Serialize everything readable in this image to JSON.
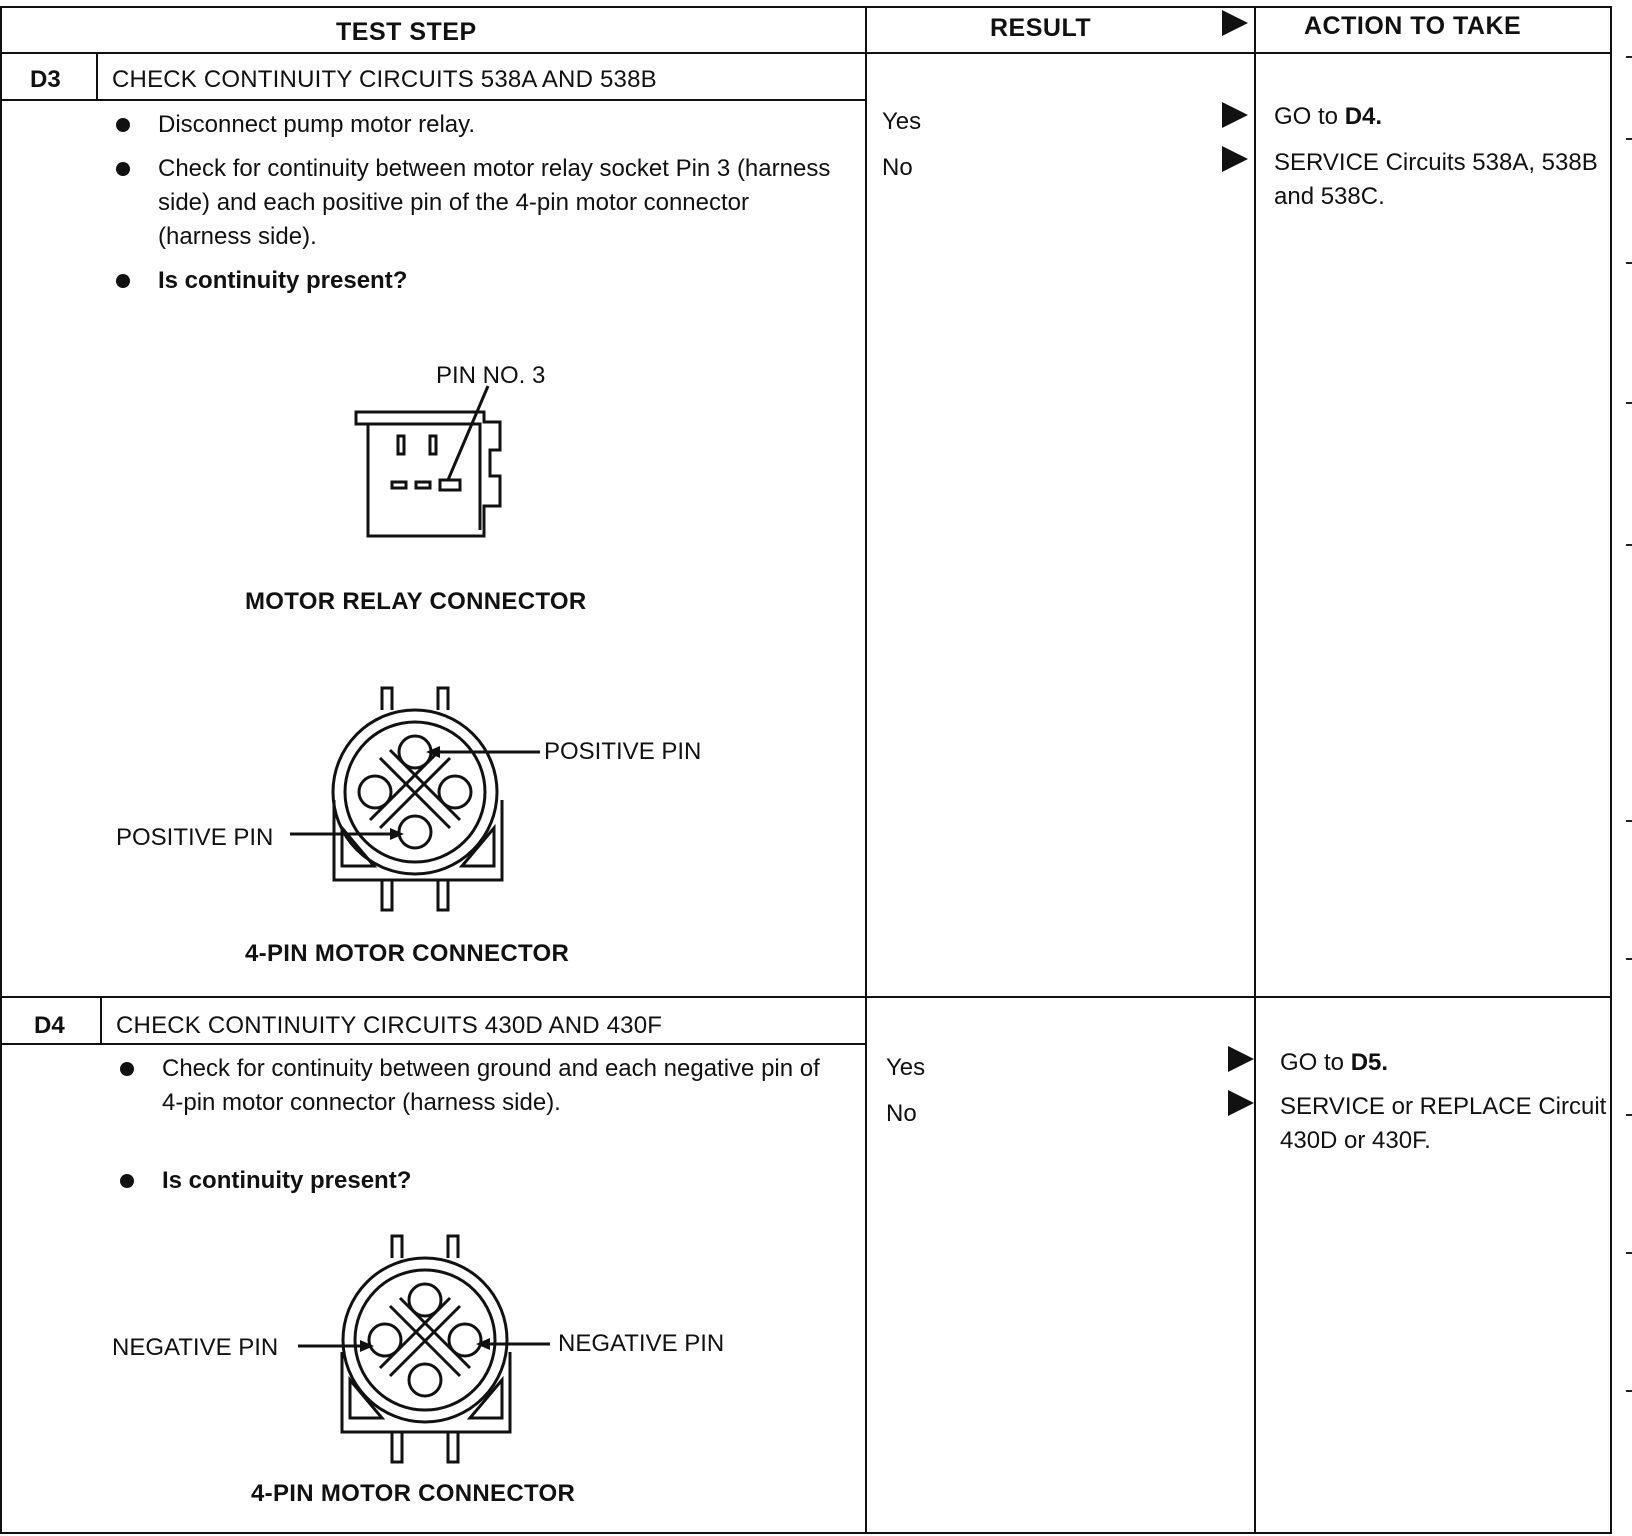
{
  "headers": {
    "test_step": "TEST STEP",
    "result": "RESULT",
    "action": "ACTION TO TAKE"
  },
  "steps": [
    {
      "id": "D3",
      "title": "CHECK CONTINUITY CIRCUITS 538A AND 538B",
      "bullets": [
        "Disconnect pump motor relay.",
        "Check for continuity between motor relay socket Pin 3 (harness side) and each positive pin of the 4-pin motor connector (harness side).",
        "Is continuity present?"
      ],
      "results": [
        "Yes",
        "No"
      ],
      "actions": {
        "yes_prefix": "GO to ",
        "yes_target": "D4.",
        "no": "SERVICE Circuits 538A, 538B and 538C."
      },
      "figures": {
        "pin_label": "PIN NO. 3",
        "relay_caption": "MOTOR RELAY CONNECTOR",
        "positive_pin_right": "POSITIVE PIN",
        "positive_pin_left": "POSITIVE PIN",
        "motor_caption": "4-PIN MOTOR CONNECTOR"
      }
    },
    {
      "id": "D4",
      "title": "CHECK CONTINUITY CIRCUITS 430D AND 430F",
      "bullets": [
        "Check for continuity between ground and each negative pin of 4-pin motor connector (harness side).",
        "Is continuity present?"
      ],
      "results": [
        "Yes",
        "No"
      ],
      "actions": {
        "yes_prefix": "GO to ",
        "yes_target": "D5.",
        "no": "SERVICE or REPLACE Circuit 430D or 430F."
      },
      "figures": {
        "negative_pin_left": "NEGATIVE PIN",
        "negative_pin_right": "NEGATIVE PIN",
        "motor_caption": "4-PIN MOTOR CONNECTOR"
      }
    }
  ]
}
